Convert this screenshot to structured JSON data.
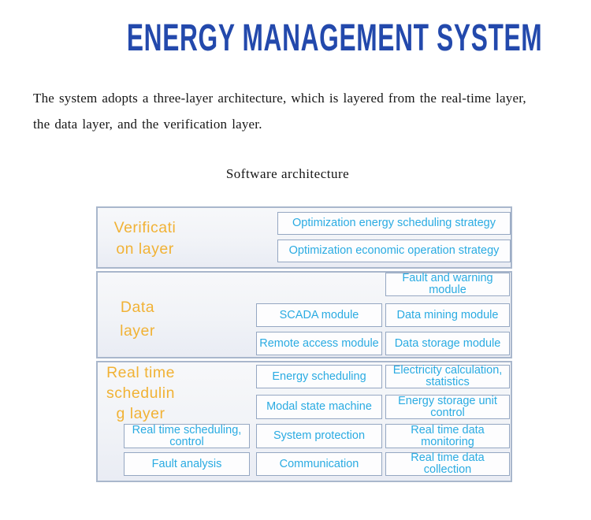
{
  "header": {
    "title": "ENERGY MANAGEMENT SYSTEM"
  },
  "intro": {
    "lines": [
      "The system adopts a three-layer architecture, which is layered from the real-time layer,",
      "the data layer, and the verification layer."
    ]
  },
  "caption": "Software architecture",
  "colors": {
    "title_blue": "#2349ac",
    "layer_label_orange": "#f1b235",
    "module_text_cyan": "#2aabe2",
    "band_border": "#a9b7cc",
    "module_border": "#95a7c2"
  },
  "architecture": {
    "layers": [
      {
        "id": "verification-layer",
        "label_lines": [
          "Verificati",
          "on layer"
        ],
        "modules": [
          {
            "label": "Optimization energy scheduling strategy"
          },
          {
            "label": "Optimization economic operation strategy"
          }
        ]
      },
      {
        "id": "data-layer",
        "label_lines": [
          "Data",
          "layer"
        ],
        "modules": [
          {
            "label": "Fault and warning\nmodule"
          },
          {
            "label": "SCADA module"
          },
          {
            "label": "Data mining module"
          },
          {
            "label": "Remote access module"
          },
          {
            "label": "Data storage module"
          }
        ]
      },
      {
        "id": "real-time-scheduling-layer",
        "label_lines": [
          "Real time",
          "schedulin",
          "g layer"
        ],
        "modules": [
          {
            "label": "Energy scheduling"
          },
          {
            "label": "Electricity calculation,\nstatistics"
          },
          {
            "label": "Modal state machine"
          },
          {
            "label": "Energy storage unit\ncontrol"
          },
          {
            "label": "Real time scheduling,\ncontrol"
          },
          {
            "label": "System protection"
          },
          {
            "label": "Real time data\nmonitoring"
          },
          {
            "label": "Fault analysis"
          },
          {
            "label": "Communication"
          },
          {
            "label": "Real time data\ncollection"
          }
        ]
      }
    ]
  }
}
